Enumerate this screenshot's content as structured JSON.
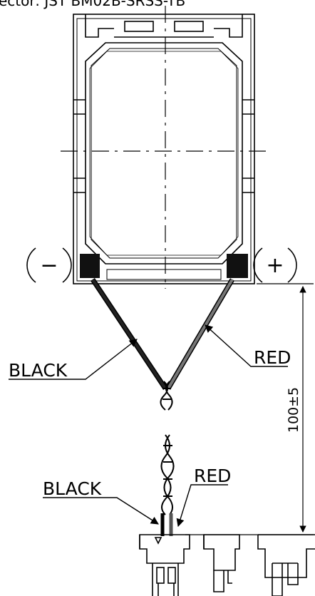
{
  "header": {
    "connector_text": "ector: JST BM02B-SRSS-TB"
  },
  "terminals": {
    "negative": "−",
    "positive": "+"
  },
  "wires": {
    "top_black": "BLACK",
    "top_red": "RED",
    "bottom_black": "BLACK",
    "bottom_red": "RED"
  },
  "dimension": {
    "length": "100±5"
  },
  "colors": {
    "line": "#000000",
    "black_wire": "#1a1a1a",
    "red_wire": "#6e6e6e"
  }
}
